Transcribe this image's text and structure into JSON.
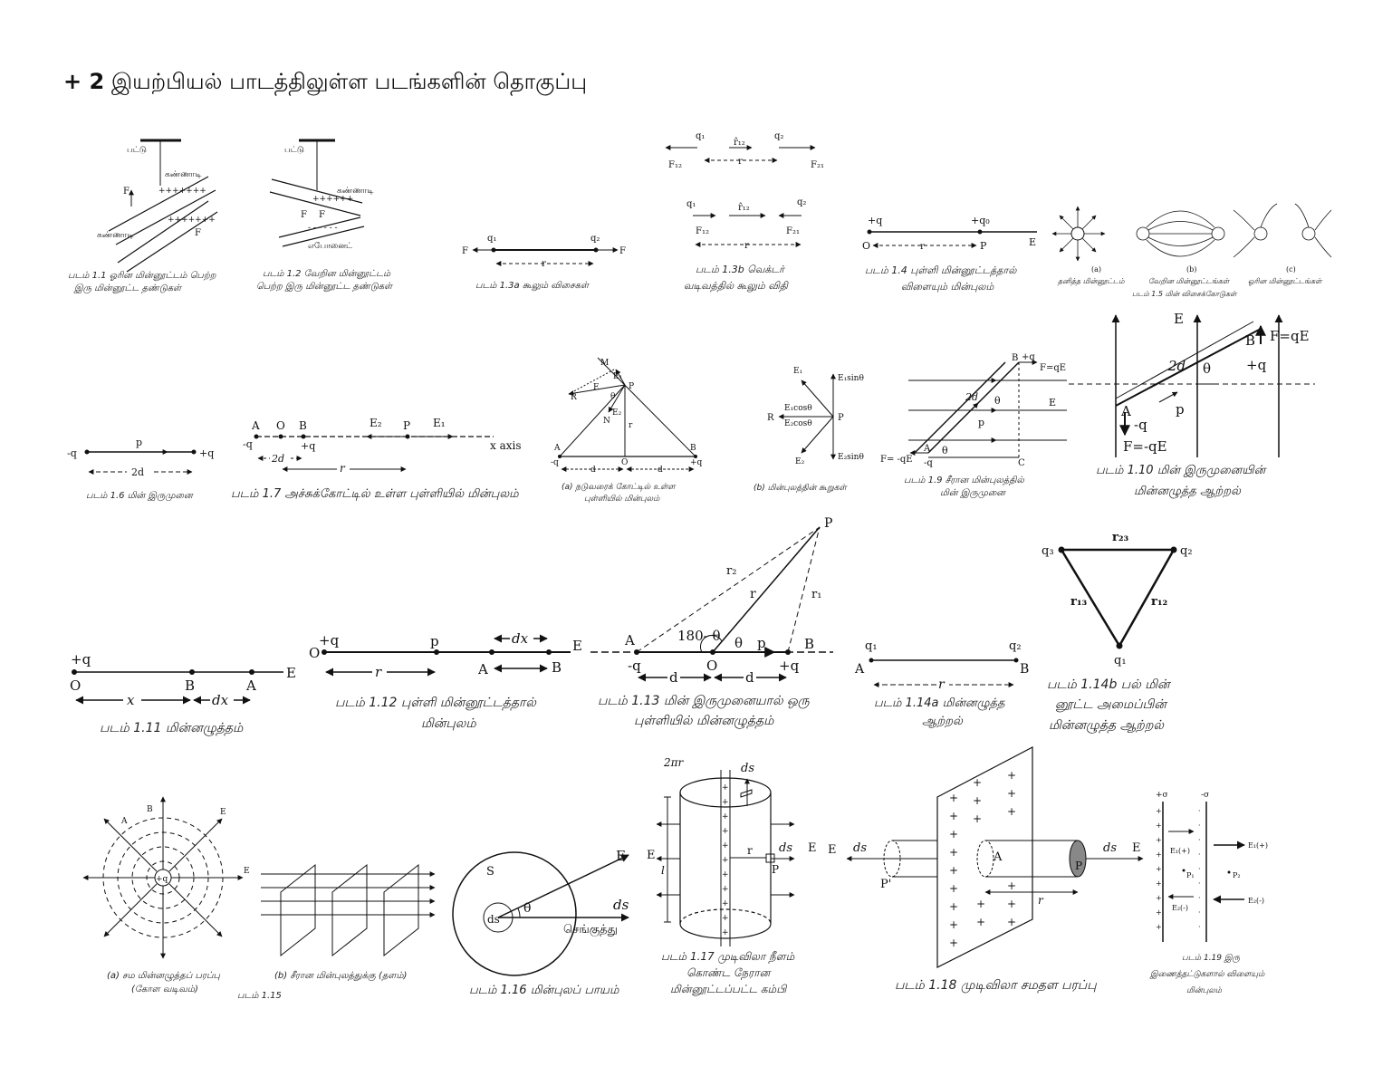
{
  "page": {
    "title_prefix": "+ 2",
    "title_main": "இயற்பியல்  பாடத்திலுள்ள  படங்களின்  தொகுப்பு"
  },
  "fig1_1": {
    "support": "பட்டு",
    "glass_top": "கண்ணாடி",
    "glass_bottom": "கண்ணாடி",
    "force": "F",
    "caption_1": "படம் 1.1 ஓரின மின்னூட்டம் பெற்ற",
    "caption_2": "இரு மின்னூட்ட தண்டுகள்"
  },
  "fig1_2": {
    "support": "பட்டு",
    "glass": "கண்ணாடி",
    "ebonite": "எபோனைட்",
    "force": "F",
    "caption_1": "படம் 1.2 வேறின மின்னூட்டம்",
    "caption_2": "பெற்ற இரு மின்னூட்ட தண்டுகள்"
  },
  "fig1_3a": {
    "q1": "q₁",
    "q2": "q₂",
    "force": "F",
    "r": "r",
    "caption": "படம் 1.3a கூலும் விசைகள்"
  },
  "fig1_3b": {
    "q1": "q₁",
    "q2": "q₂",
    "r12": "r̂₁₂",
    "f12": "F₁₂",
    "f21": "F₂₁",
    "r": "r",
    "caption_1": "படம் 1.3b வெக்டர்",
    "caption_2": "வடிவத்தில் கூலும் விதி"
  },
  "fig1_4": {
    "q": "+q",
    "q0": "+q₀",
    "o": "O",
    "p": "P",
    "e": "E",
    "r": "r",
    "caption_1": "படம் 1.4 புள்ளி மின்னூட்டத்தால்",
    "caption_2": "விளையும் மின்புலம்"
  },
  "fig1_5": {
    "a": "(a)",
    "b": "(b)",
    "c": "(c)",
    "sub_a": "தனித்த மின்னூட்டம்",
    "sub_b": "வேறின மின்னூட்டங்கள்",
    "sub_c": "ஓரின மின்னூட்டங்கள்",
    "caption": "படம் 1.5 மின் விசைக்கோடுகள்"
  },
  "fig1_6": {
    "mq": "-q",
    "pq": "+q",
    "p": "p",
    "d": "2d",
    "caption": "படம் 1.6 மின் இருமுனை"
  },
  "fig1_7": {
    "a": "A",
    "o": "O",
    "b": "B",
    "e2": "E₂",
    "p": "P",
    "e1": "E₁",
    "mq": "-q",
    "pq": "+q",
    "d": "2d",
    "r": "r",
    "axis": "x axis",
    "caption": "படம் 1.7 அச்சுக்கோட்டில் உள்ள புள்ளியில் மின்புலம்"
  },
  "fig1_8a": {
    "m": "M",
    "e1": "E₁",
    "e": "E",
    "r": "R",
    "p": "P",
    "n": "N",
    "e2": "E₂",
    "theta": "θ",
    "rr": "r",
    "a": "A",
    "b": "B",
    "o": "O",
    "mq": "-q",
    "pq": "+q",
    "d": "d",
    "caption_1": "(a) நடுவரைக் கோட்டில் உள்ள",
    "caption_2": "புள்ளியில் மின்புலம்"
  },
  "fig1_8b": {
    "e1": "E₁",
    "e1sin": "E₁sinθ",
    "e1cos": "E₁cosθ",
    "e2cos": "E₂cosθ",
    "r": "R",
    "p": "P",
    "e2": "E₂",
    "e2sin": "E₂sinθ",
    "caption": "(b) மின்புலத்தின் கூறுகள்"
  },
  "fig1_9": {
    "b": "B",
    "pq": "+q",
    "fqe": "F=qE",
    "d": "2d",
    "theta": "θ",
    "e": "E",
    "p": "p",
    "a": "A",
    "mq": "-q",
    "fmqe": "F= -qE",
    "c": "C",
    "caption_1": "படம் 1.9 சீரான மின்புலத்தில்",
    "caption_2": "மின் இருமுனை"
  },
  "fig1_10": {
    "e": "E",
    "b": "B",
    "fqe": "F=qE",
    "d": "2d",
    "theta": "θ",
    "pq": "+q",
    "a": "A",
    "mq": "-q",
    "p": "p",
    "fmqe": "F=-qE",
    "caption_1": "படம் 1.10 மின் இருமுனையின்",
    "caption_2": "மின்னழுத்த ஆற்றல்"
  },
  "fig1_11": {
    "pq": "+q",
    "o": "O",
    "b": "B",
    "a": "A",
    "e": "E",
    "x": "x",
    "dx": "dx",
    "caption": "படம் 1.11 மின்னழுத்தம்"
  },
  "fig1_12": {
    "o": "O",
    "pq": "+q",
    "p": "p",
    "dx": "dx",
    "e": "E",
    "r": "r",
    "a": "A",
    "b": "B",
    "caption_1": "படம் 1.12 புள்ளி மின்னூட்டத்தால்",
    "caption_2": "மின்புலம்"
  },
  "fig1_13": {
    "pp": "P",
    "r2": "r₂",
    "r": "r",
    "r1": "r₁",
    "a": "A",
    "angle": "180- θ",
    "theta": "θ",
    "p": "p",
    "b": "B",
    "mq": "-q",
    "o": "O",
    "pq": "+q",
    "d": "d",
    "caption_1": "படம் 1.13 மின் இருமுனையால் ஒரு",
    "caption_2": "புள்ளியில் மின்னழுத்தம்"
  },
  "fig1_14a": {
    "q1": "q₁",
    "q2": "q₂",
    "a": "A",
    "b": "B",
    "r": "r",
    "caption_1": "படம் 1.14a மின்னழுத்த",
    "caption_2": "ஆற்றல்"
  },
  "fig1_14b": {
    "q3": "q₃",
    "q2": "q₂",
    "q1": "q₁",
    "r23": "r₂₃",
    "r13": "r₁₃",
    "r12": "r₁₂",
    "caption_1": "படம் 1.14b பல் மின்",
    "caption_2": "னூட்ட அமைப்பின்",
    "caption_3": "மின்னழுத்த ஆற்றல்"
  },
  "fig1_15": {
    "a": "A",
    "b": "B",
    "e": "E",
    "q": "+q",
    "caption_a1": "(a) சம மின்னழுத்தப் பரப்பு",
    "caption_a2": "(கோள வடிவம்)",
    "caption_b": "(b) சீரான மின்புலத்துக்கு (தளம்)",
    "caption": "படம் 1.15"
  },
  "fig1_16": {
    "e": "E",
    "s": "S",
    "ds": "ds",
    "theta": "θ",
    "normal": "செங்குத்து",
    "caption": "படம் 1.16 மின்புலப் பாயம்"
  },
  "fig1_17": {
    "circ": "2πr",
    "ds": "ds",
    "e": "E",
    "l": "l",
    "r": "r",
    "p": "P",
    "caption_1": "படம் 1.17 முடிவிலா நீளம்",
    "caption_2": "கொண்ட நேரான",
    "caption_3": "மின்னூட்டப்பட்ட கம்பி"
  },
  "fig1_18": {
    "e": "E",
    "ds": "ds",
    "pp": "P'",
    "a": "A",
    "p": "P",
    "r": "r",
    "caption": "படம் 1.18 முடிவிலா சமதள பரப்பு"
  },
  "fig1_19": {
    "ps": "+σ",
    "ms": "-σ",
    "e1p": "E₁(+)",
    "e1m": "E₂(-)",
    "p1": "P₁",
    "p2": "P₂",
    "e1": "E₁(+)",
    "e2": "E₂(-)",
    "caption_1": "படம் 1.19 இரு",
    "caption_2": "இணைத்தட்டுகளால் விளையும்",
    "caption_3": "மின்புலம்"
  }
}
